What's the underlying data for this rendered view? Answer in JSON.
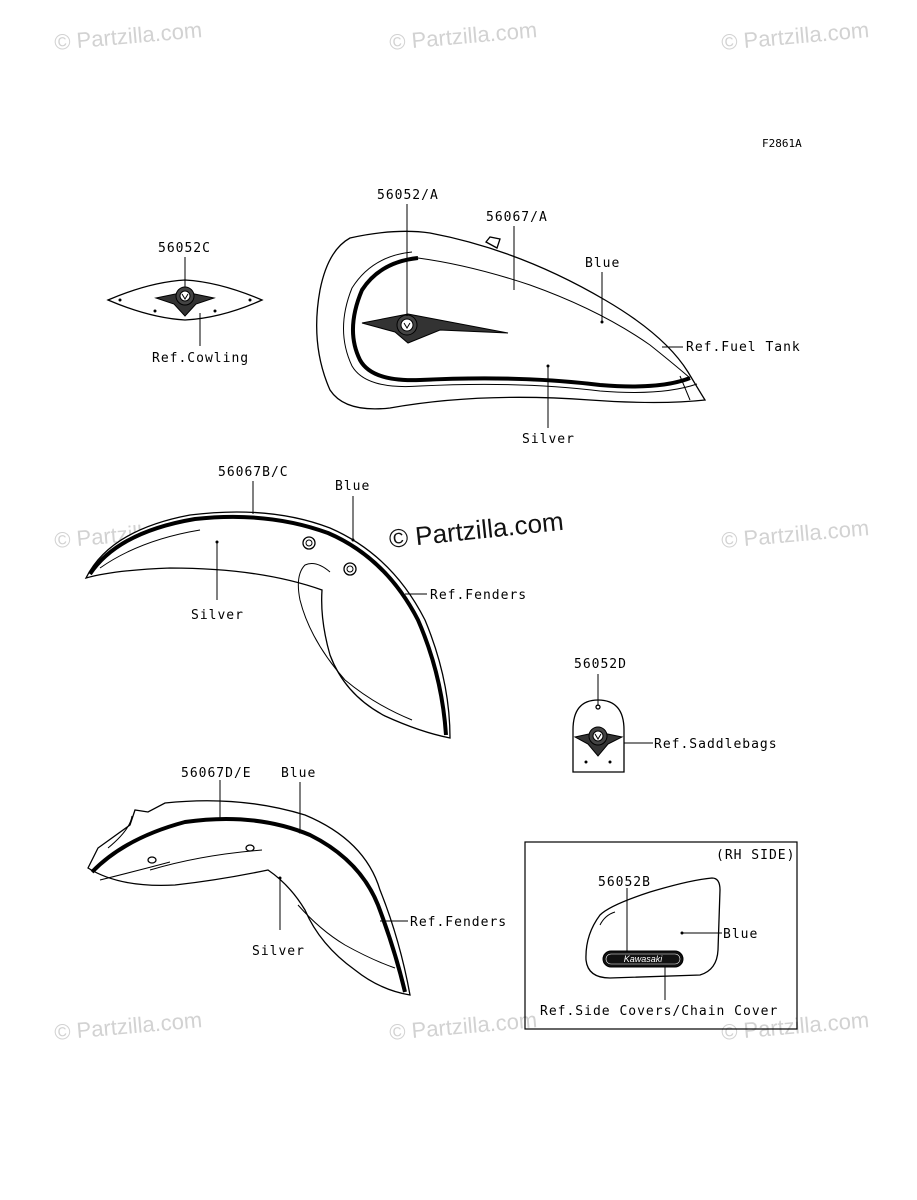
{
  "watermarks": {
    "repeat_text": "© Partzilla.com",
    "center_text": "© Partzilla.com"
  },
  "figure_code": "F2861A",
  "parts": {
    "cowling": {
      "part_no": "56052C",
      "ref": "Ref.Cowling"
    },
    "fuel_tank": {
      "part_no_emblem": "56052/A",
      "part_no_stripe": "56067/A",
      "color_top": "Blue",
      "color_bottom": "Silver",
      "ref": "Ref.Fuel Tank"
    },
    "front_fender": {
      "part_no": "56067B/C",
      "color_top": "Blue",
      "color_bottom": "Silver",
      "ref": "Ref.Fenders"
    },
    "saddlebags": {
      "part_no": "56052D",
      "ref": "Ref.Saddlebags"
    },
    "rear_fender": {
      "part_no": "56067D/E",
      "color_top": "Blue",
      "color_bottom": "Silver",
      "ref": "Ref.Fenders"
    },
    "side_cover": {
      "title": "(RH SIDE)",
      "part_no": "56052B",
      "badge_text": "Kawasaki",
      "color": "Blue",
      "ref": "Ref.Side Covers/Chain Cover"
    }
  }
}
